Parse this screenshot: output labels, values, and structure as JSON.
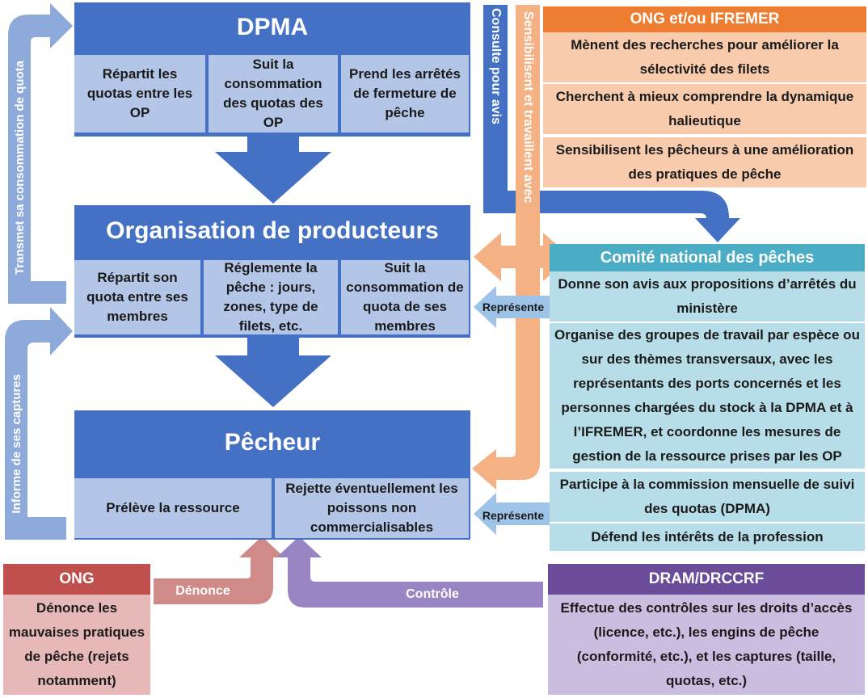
{
  "dpma": {
    "title": "DPMA",
    "cells": [
      "Répartit les quotas entre les OP",
      "Suit la consommation des quotas des OP",
      "Prend les arrêtés de fermeture de pêche"
    ]
  },
  "op": {
    "title": "Organisation de producteurs",
    "cells": [
      "Répartit son quota entre ses membres",
      "Réglemente la pêche : jours, zones, type de filets, etc.",
      "Suit la consommation de quota de ses membres"
    ]
  },
  "pecheur": {
    "title": "Pêcheur",
    "cells": [
      "Prélève la ressource",
      "Rejette éventuellement les poissons non commercialisables"
    ]
  },
  "ong_ifremer": {
    "title": "ONG et/ou IFREMER",
    "items": [
      "Mènent des recherches pour améliorer la sélectivité des filets",
      "Cherchent à mieux comprendre la dynamique halieutique",
      "Sensibilisent les pêcheurs à une amélioration des pratiques de pêche"
    ]
  },
  "cnp": {
    "title": "Comité national des pêches",
    "items": [
      "Donne son avis aux propositions d’arrêtés du ministère",
      "Organise des groupes de travail par espèce ou sur des thèmes transversaux, avec les représentants des ports concernés et les personnes chargées du stock à la DPMA et à l’IFREMER, et coordonne les mesures de gestion de la ressource prises par les OP",
      "Participe à la commission mensuelle de suivi des quotas (DPMA)",
      "Défend les intérêts de la profession"
    ]
  },
  "ong_bottom": {
    "title": "ONG",
    "body": "Dénonce les mauvaises pratiques de pêche (rejets notamment)"
  },
  "dram": {
    "title": "DRAM/DRCCRF",
    "body": "Effectue des contrôles sur les droits d’accès (licence, etc.), les engins de pêche (conformité, etc.), et les captures (taille, quotas, etc.)"
  },
  "arrows": {
    "transmet": "Transmet sa consommation de quota",
    "informe": "Informe de ses captures",
    "consulte": "Consulte pour avis",
    "sensibilisent": "Sensibilisent et travaillent avec",
    "represente_1": "Représente",
    "represente_2": "Représente",
    "denonce": "Dénonce",
    "controle": "Contrôle"
  },
  "colors": {
    "main_blue": "#4471c4",
    "light_blue": "#b4c6e7",
    "orange": "#ed7d31",
    "peach": "#f8cbad",
    "teal": "#4bacc6",
    "light_teal": "#b7dee8",
    "red": "#c0504d",
    "pink": "#e6b9b8",
    "purple": "#6b4c9a",
    "lavender": "#c9bde0"
  }
}
